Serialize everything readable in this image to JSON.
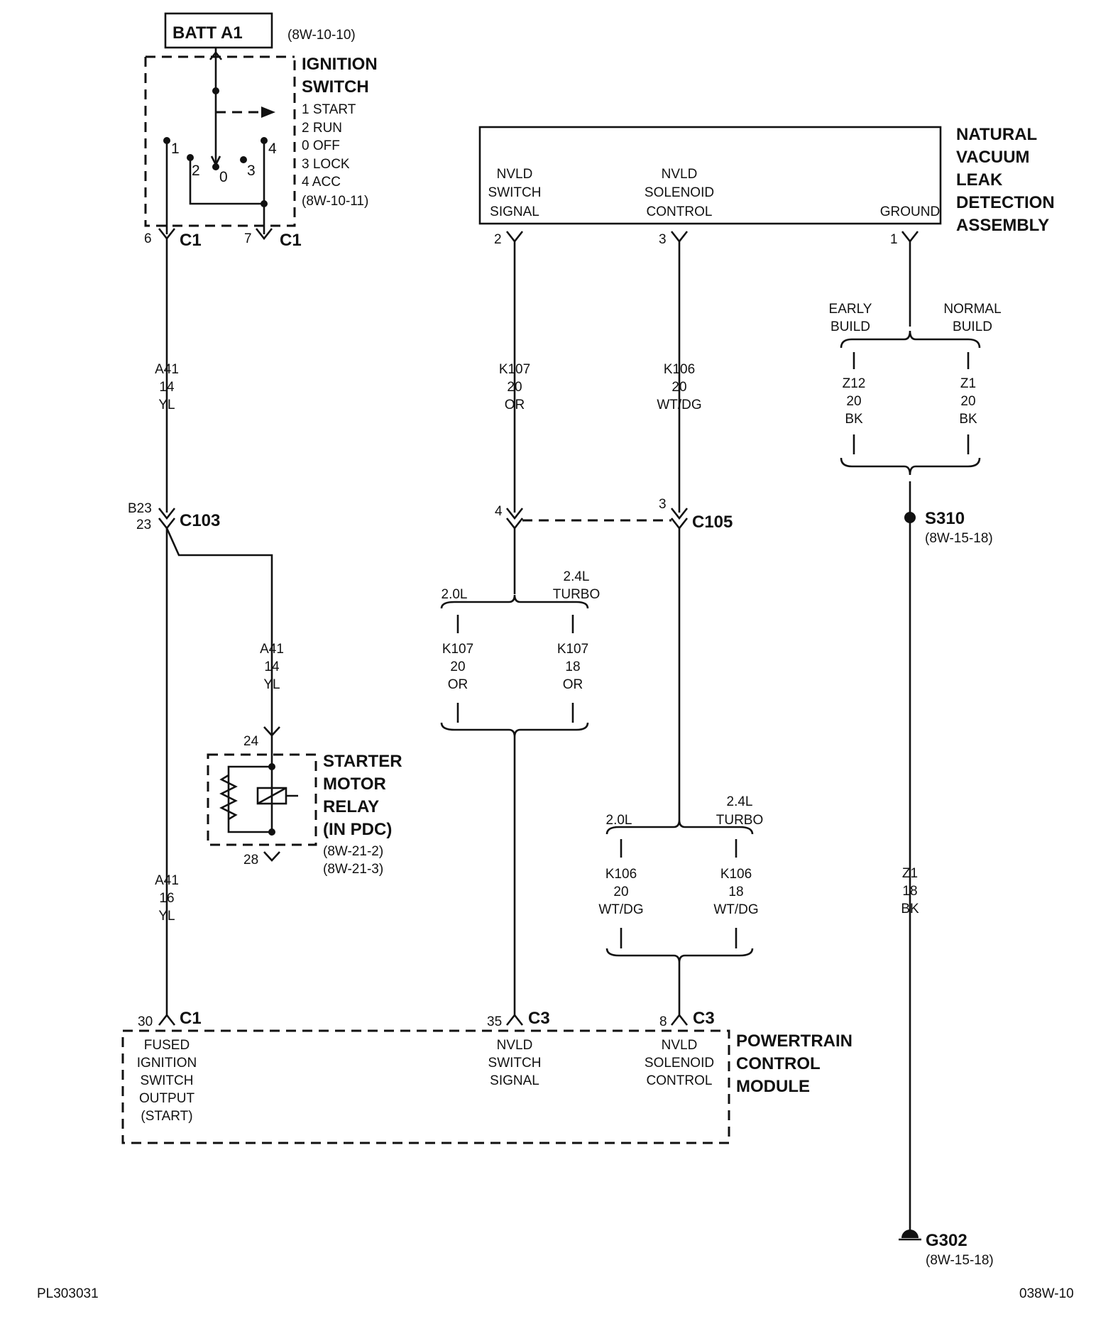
{
  "battery": {
    "label": "BATT A1",
    "ref": "(8W-10-10)"
  },
  "ignition_switch": {
    "title_line1": "IGNITION",
    "title_line2": "SWITCH",
    "positions": [
      "1 START",
      "2 RUN",
      "0 OFF",
      "3 LOCK",
      "4 ACC"
    ],
    "ref": "(8W-10-11)",
    "contact_numbers": [
      "1",
      "2",
      "0",
      "3",
      "4"
    ],
    "pin_left": "6",
    "pin_right": "7",
    "connector": "C1"
  },
  "nvld_assembly": {
    "title": [
      "NATURAL",
      "VACUUM",
      "LEAK",
      "DETECTION",
      "ASSEMBLY"
    ],
    "switch_signal": [
      "NVLD",
      "SWITCH",
      "SIGNAL"
    ],
    "solenoid_control": [
      "NVLD",
      "SOLENOID",
      "CONTROL"
    ],
    "ground": "GROUND",
    "pins": [
      "2",
      "3",
      "1"
    ]
  },
  "wires": {
    "a41_14": [
      "A41",
      "14",
      "YL"
    ],
    "a41_14_relay": [
      "A41",
      "14",
      "YL"
    ],
    "a41_16": [
      "A41",
      "16",
      "YL"
    ],
    "k107_main": [
      "K107",
      "20",
      "OR"
    ],
    "k106_main": [
      "K106",
      "20",
      "WT/DG"
    ],
    "z12": [
      "Z12",
      "20",
      "BK"
    ],
    "z1_20": [
      "Z1",
      "20",
      "BK"
    ],
    "k107_20l": [
      "K107",
      "20",
      "OR"
    ],
    "k107_24l": [
      "K107",
      "18",
      "OR"
    ],
    "k106_20l": [
      "K106",
      "20",
      "WT/DG"
    ],
    "k106_24l": [
      "K106",
      "18",
      "WT/DG"
    ],
    "z1_18": [
      "Z1",
      "18",
      "BK"
    ]
  },
  "builds": {
    "early": [
      "EARLY",
      "BUILD"
    ],
    "normal": [
      "NORMAL",
      "BUILD"
    ]
  },
  "engine_options": {
    "base": "2.0L",
    "turbo_line1": "2.4L",
    "turbo_line2": "TURBO"
  },
  "c103": {
    "label": "C103",
    "pin_top": "B23",
    "pin_bottom": "23"
  },
  "c105": {
    "label": "C105",
    "pin_left": "4",
    "pin_right": "3"
  },
  "splice": {
    "label": "S310",
    "ref": "(8W-15-18)"
  },
  "ground_point": {
    "label": "G302",
    "ref": "(8W-15-18)"
  },
  "starter_relay": {
    "title": [
      "STARTER",
      "MOTOR",
      "RELAY",
      "(IN PDC)"
    ],
    "refs": [
      "(8W-21-2)",
      "(8W-21-3)"
    ],
    "pin_top": "24",
    "pin_bottom": "28"
  },
  "pcm": {
    "title": [
      "POWERTRAIN",
      "CONTROL",
      "MODULE"
    ],
    "fused_output": [
      "FUSED",
      "IGNITION",
      "SWITCH",
      "OUTPUT",
      "(START)"
    ],
    "switch_signal": [
      "NVLD",
      "SWITCH",
      "SIGNAL"
    ],
    "solenoid_control": [
      "NVLD",
      "SOLENOID",
      "CONTROL"
    ],
    "pin_c1": "30",
    "connector_c1": "C1",
    "pin_signal": "35",
    "pin_solenoid": "8",
    "connector_c3": "C3"
  },
  "footer": {
    "left": "PL303031",
    "right": "038W-10"
  }
}
